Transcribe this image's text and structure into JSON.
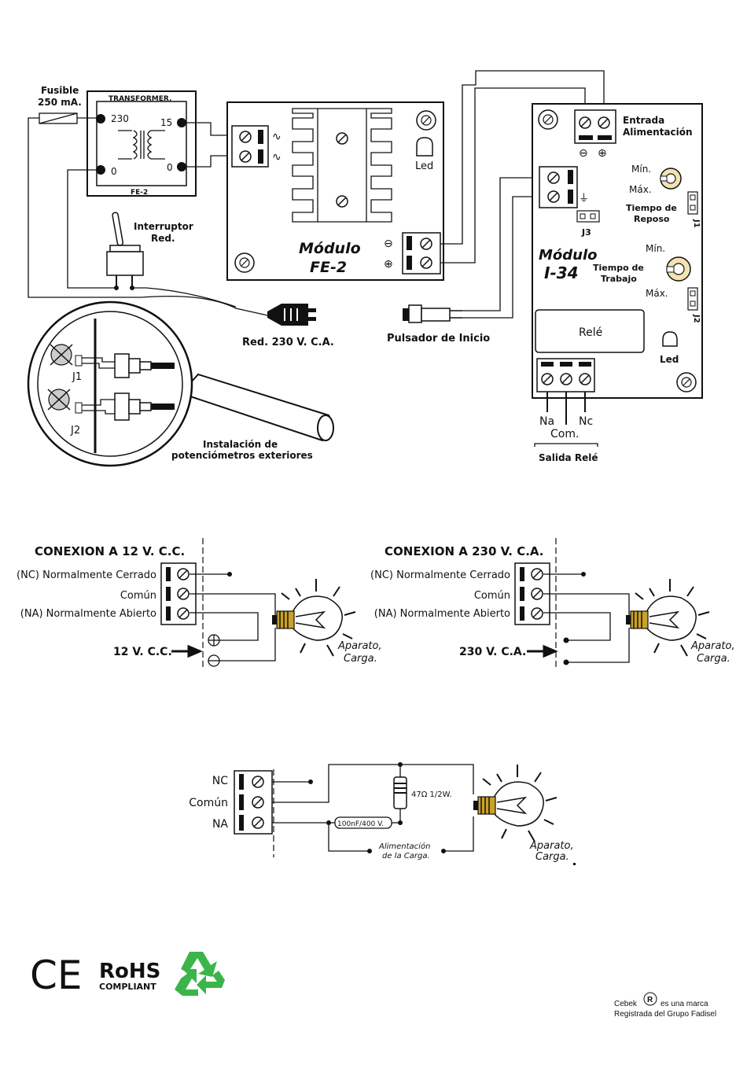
{
  "top": {
    "fuse": {
      "label": "Fusible",
      "value": "250 mA."
    },
    "transformer": {
      "label": "TRANSFORMER.",
      "model": "FE-2",
      "pin_230": "230",
      "pin_0_left": "0",
      "pin_15": "15",
      "pin_0_right": "0"
    },
    "switch_label_1": "Interruptor",
    "switch_label_2": "Red.",
    "mains_label": "Red. 230 V. C.A.",
    "fe2": {
      "title": "Módulo",
      "model": "FE-2",
      "led": "Led",
      "minus": "⊖",
      "plus": "⊕"
    },
    "i34": {
      "title": "Módulo",
      "model": "I-34",
      "power_in_1": "Entrada",
      "power_in_2": "Alimentación",
      "min": "Mín.",
      "max": "Máx.",
      "rest_1": "Tiempo de",
      "rest_2": "Reposo",
      "work_1": "Tiempo de",
      "work_2": "Trabajo",
      "j1": "J1",
      "j2": "J2",
      "j3": "J3",
      "relay": "Relé",
      "led": "Led",
      "na": "Na",
      "com": "Com.",
      "nc": "Nc",
      "out": "Salida Relé"
    },
    "button_label": "Pulsador de Inicio",
    "magnifier": {
      "j1": "J1",
      "j2": "J2",
      "caption_1": "Instalación de",
      "caption_2": "potenciómetros exteriores"
    }
  },
  "dc": {
    "title": "CONEXION A 12 V. C.C.",
    "nc": "(NC) Normalmente Cerrado",
    "com": "Común",
    "na": "(NA) Normalmente Abierto",
    "supply": "12 V. C.C.",
    "load_1": "Aparato,",
    "load_2": "Carga."
  },
  "ac": {
    "title": "CONEXION A 230 V. C.A.",
    "nc": "(NC) Normalmente Cerrado",
    "com": "Común",
    "na": "(NA) Normalmente Abierto",
    "supply": "230 V. C.A.",
    "load_1": "Aparato,",
    "load_2": "Carga."
  },
  "snubber": {
    "nc": "NC",
    "com": "Común",
    "na": "NA",
    "resistor": "47Ω 1/2W.",
    "capacitor": "100nF/400 V.",
    "supply_1": "Alimentación",
    "supply_2": "de la Carga.",
    "load_1": "Aparato,",
    "load_2": "Carga."
  },
  "footer": {
    "ce": "CE",
    "rohs_1": "RoHS",
    "rohs_2": "COMPLIANT",
    "brand": "Cebek",
    "registered": "R",
    "brand_rest": "es una marca",
    "line2": "Registrada del Grupo Fadisel"
  }
}
